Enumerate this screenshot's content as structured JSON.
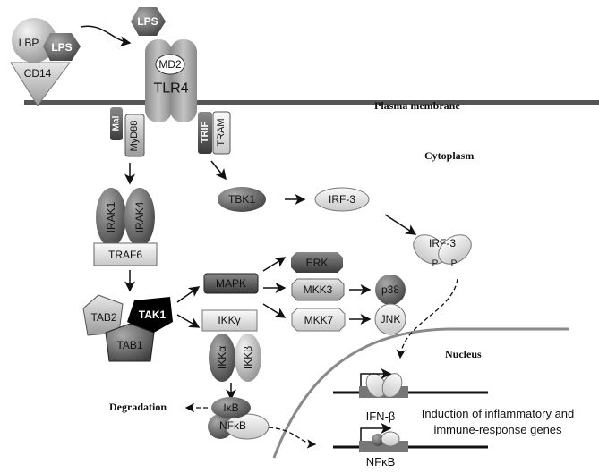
{
  "labels": {
    "lbp": "LBP",
    "lps_bound": "LPS",
    "cd14": "CD14",
    "lps_free": "LPS",
    "md2": "MD2",
    "tlr4": "TLR4",
    "mal": "Mal",
    "myd88": "MyD88",
    "trif": "TRIF",
    "tram": "TRAM",
    "irak1": "IRAK1",
    "irak4": "IRAK4",
    "traf6": "TRAF6",
    "tab2": "TAB2",
    "tak1": "TAK1",
    "tab1": "TAB1",
    "mapk": "MAPK",
    "ikk_gamma": "IKKγ",
    "ikk_alpha": "IKKα",
    "ikk_beta": "IKKβ",
    "ikb": "IκB",
    "nfkb": "NFκB",
    "erk": "ERK",
    "mkk3": "MKK3",
    "mkk7": "MKK7",
    "p38": "p38",
    "jnk": "JNK",
    "tbk1": "TBK1",
    "irf3": "IRF-3",
    "irf3_dimer": "IRF-3",
    "p1": "P",
    "p2": "P",
    "ifnb_gene": "IFN-β",
    "nfkb_gene": "NFκB"
  },
  "regions": {
    "plasma_membrane": "Plasma membrane",
    "cytoplasm": "Cytoplasm",
    "nucleus": "Nucleus",
    "degradation": "Degradation"
  },
  "caption": {
    "line1": "Induction of inflammatory and",
    "line2": "immune-response genes"
  },
  "colors": {
    "membrane": "#555555",
    "tak1": "#000000",
    "nucleus_envelope": "#8a8a8a"
  }
}
